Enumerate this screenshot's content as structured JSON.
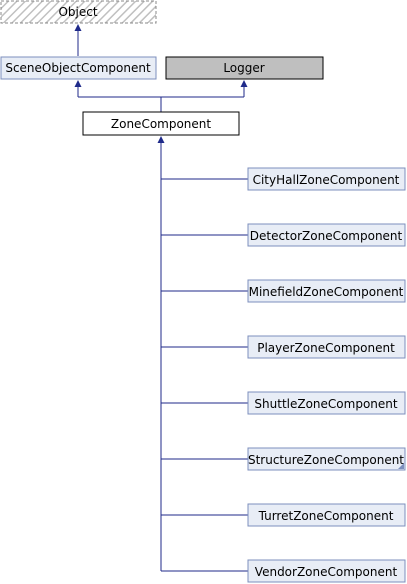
{
  "diagram": {
    "colors": {
      "derived_fill": "#e8edf6",
      "derived_border": "#7d8fbd",
      "focus_fill": "#ffffff",
      "focus_border": "#000000",
      "external_fill": "#bfbfbf",
      "external_border": "#000000",
      "connector": "#1f2a8a"
    },
    "nodes": {
      "object": {
        "label": "Object"
      },
      "scene_object_component": {
        "label": "SceneObjectComponent"
      },
      "logger": {
        "label": "Logger"
      },
      "zone_component": {
        "label": "ZoneComponent"
      },
      "subclasses": [
        {
          "label": "CityHallZoneComponent"
        },
        {
          "label": "DetectorZoneComponent"
        },
        {
          "label": "MinefieldZoneComponent"
        },
        {
          "label": "PlayerZoneComponent"
        },
        {
          "label": "ShuttleZoneComponent"
        },
        {
          "label": "StructureZoneComponent"
        },
        {
          "label": "TurretZoneComponent"
        },
        {
          "label": "VendorZoneComponent"
        }
      ]
    }
  }
}
